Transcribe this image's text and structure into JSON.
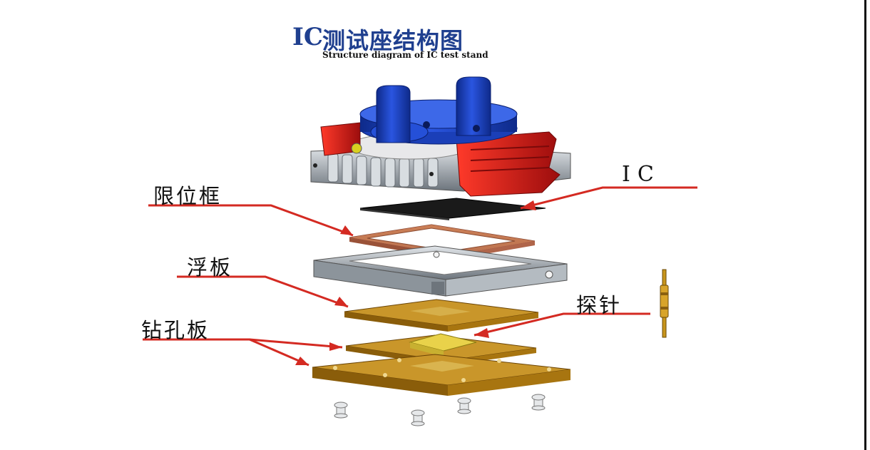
{
  "title": {
    "ic_text": "IC",
    "cn_text": "测试座结构图",
    "en_text": "Structure diagram of IC test stand"
  },
  "labels": {
    "ic": "IC",
    "limit_frame": "限位框",
    "floating_plate": "浮板",
    "probe": "探针",
    "drill_plate": "钻孔板"
  },
  "colors": {
    "title_blue": "#1f3f8f",
    "arrow_red": "#d42a22",
    "lid_blue": "#1d3fc0",
    "lid_red": "#d01f1f",
    "gold": "#b8860b",
    "copper": "#c8795d",
    "steel": "#9aa3ab"
  }
}
